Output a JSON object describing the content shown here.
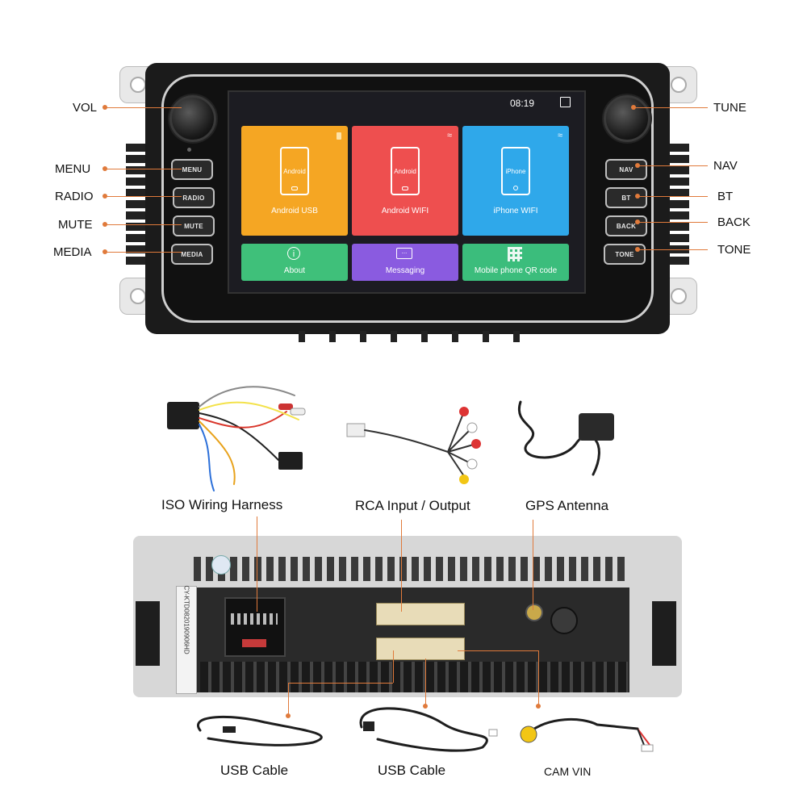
{
  "front_panel": {
    "callouts_left": [
      "VOL",
      "MENU",
      "RADIO",
      "MUTE",
      "MEDIA"
    ],
    "callouts_right": [
      "TUNE",
      "NAV",
      "BT",
      "BACK",
      "TONE"
    ],
    "buttons_left": [
      "MENU",
      "RADIO",
      "MUTE",
      "MEDIA"
    ],
    "buttons_right": [
      "NAV",
      "BT",
      "BACK",
      "TONE"
    ],
    "screen": {
      "time": "08:19",
      "tiles": [
        {
          "label": "Android USB",
          "icon_text": "Android",
          "color": "#f5a623"
        },
        {
          "label": "Android WIFI",
          "icon_text": "Android",
          "color": "#ee4f4f"
        },
        {
          "label": "iPhone WIFI",
          "icon_text": "iPhone",
          "color": "#2fa8ea"
        }
      ],
      "small_tiles": [
        {
          "label": "About",
          "icon": "info-icon",
          "color": "#3fc07a"
        },
        {
          "label": "Messaging",
          "icon": "message-icon",
          "color": "#8a5be0"
        },
        {
          "label": "Mobile phone QR code",
          "icon": "qr-code-icon",
          "color": "#3bbd7c"
        }
      ]
    }
  },
  "accessories_top": {
    "labels": [
      "ISO Wiring Harness",
      "RCA Input / Output",
      "GPS Antenna"
    ]
  },
  "back_panel": {
    "serial": "CY-KTD0820190906HD"
  },
  "accessories_bottom": {
    "labels": [
      "USB Cable",
      "USB Cable",
      "CAM VIN"
    ]
  },
  "colors": {
    "accent_lead": "#e07a3b"
  }
}
